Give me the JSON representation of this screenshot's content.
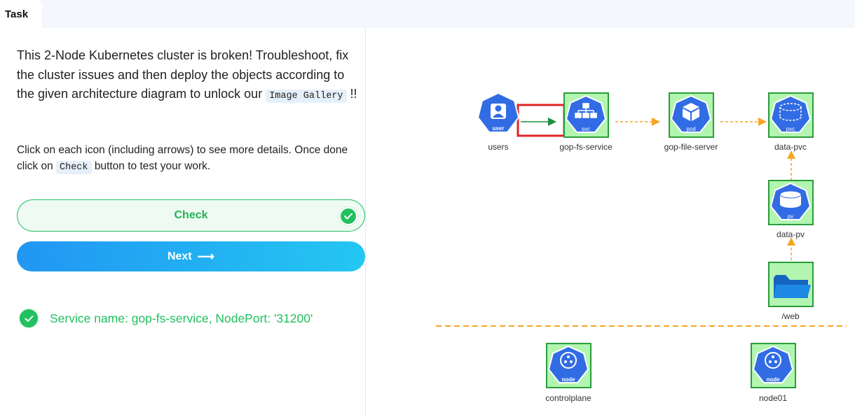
{
  "tab": {
    "label": "Task"
  },
  "task": {
    "description_before": "This 2-Node Kubernetes cluster is broken! Troubleshoot, fix the cluster issues and then deploy the objects according to the given architecture diagram to unlock our ",
    "description_code": "Image Gallery",
    "description_after": " !!",
    "instructions_before": "Click on each icon (including arrows) to see more details. Once done click on ",
    "instructions_code": "Check",
    "instructions_after": " button to test your work."
  },
  "buttons": {
    "check_label": "Check",
    "next_label": "Next",
    "next_arrow": "⟶"
  },
  "status": {
    "text": "Service name: gop-fs-service, NodePort: '31200'",
    "state": "success"
  },
  "diagram": {
    "nodes": {
      "users": {
        "label": "users",
        "badge": "user",
        "icon": "user-icon"
      },
      "service": {
        "label": "gop-fs-service",
        "badge": "svc",
        "icon": "service-icon"
      },
      "pod": {
        "label": "gop-file-server",
        "badge": "pod",
        "icon": "pod-icon"
      },
      "pvc": {
        "label": "data-pvc",
        "badge": "pvc",
        "icon": "pvc-icon"
      },
      "pv": {
        "label": "data-pv",
        "badge": "pv",
        "icon": "pv-icon"
      },
      "web": {
        "label": "/web",
        "icon": "folder-icon"
      },
      "controlplane": {
        "label": "controlplane",
        "badge": "node",
        "icon": "node-icon"
      },
      "node01": {
        "label": "node01",
        "badge": "node",
        "icon": "node-icon"
      }
    }
  },
  "colors": {
    "accent_green": "#22c05f",
    "k8s_blue": "#326ce5",
    "highlight_green": "#b2f5b0",
    "arrow_orange": "#f5a623",
    "selection_red": "#e02424"
  }
}
